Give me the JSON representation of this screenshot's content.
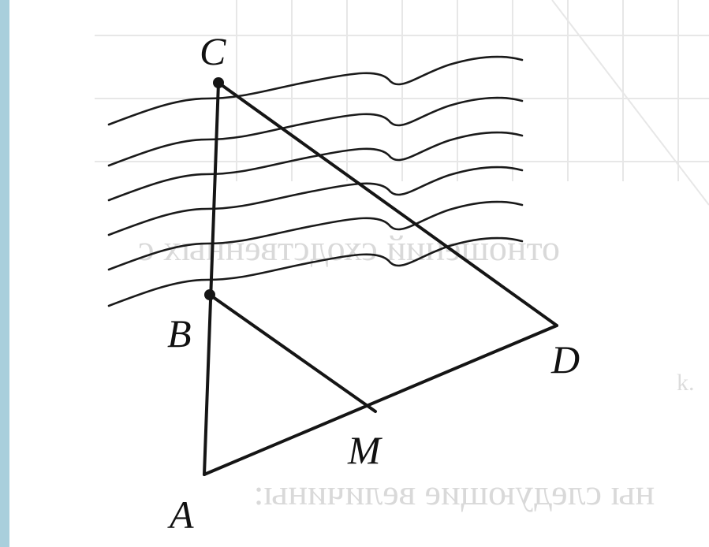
{
  "points": {
    "A": "A",
    "B": "B",
    "C": "C",
    "D": "D",
    "M": "M"
  },
  "background_text": {
    "line1": "отношений сходственных с",
    "line2": "ны следующие величины:",
    "fragment": "k."
  },
  "colors": {
    "border": "#a9cfdc",
    "ink": "#151515",
    "ghost": "#d9d9d9"
  }
}
